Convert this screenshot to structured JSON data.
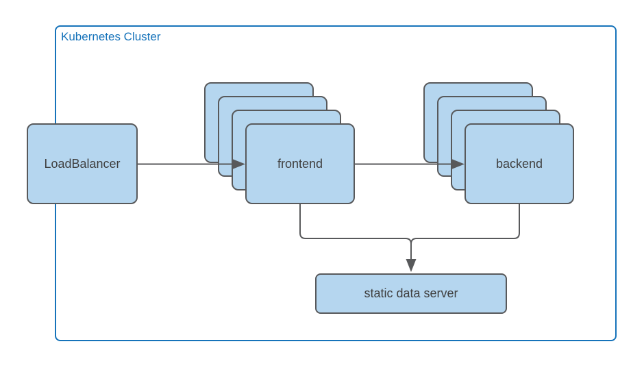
{
  "diagram": {
    "cluster": {
      "title": "Kubernetes Cluster"
    },
    "nodes": {
      "load_balancer": {
        "label": "LoadBalancer"
      },
      "frontend": {
        "label": "frontend",
        "stack_count": 4
      },
      "backend": {
        "label": "backend",
        "stack_count": 4
      },
      "static_data_server": {
        "label": "static data server"
      }
    },
    "edges": [
      {
        "from": "load_balancer",
        "to": "frontend",
        "arrow": true
      },
      {
        "from": "frontend",
        "to": "backend",
        "arrow": true
      },
      {
        "from": "frontend",
        "to": "static_data_server",
        "arrow": true
      },
      {
        "from": "backend",
        "to": "static_data_server",
        "arrow": true
      }
    ],
    "colors": {
      "node_fill": "#B5D6EF",
      "node_border": "#58595B",
      "connector": "#58595B",
      "cluster_border": "#1673BA",
      "cluster_label_text": "#1673BA",
      "node_text": "#3F3F3F"
    }
  }
}
